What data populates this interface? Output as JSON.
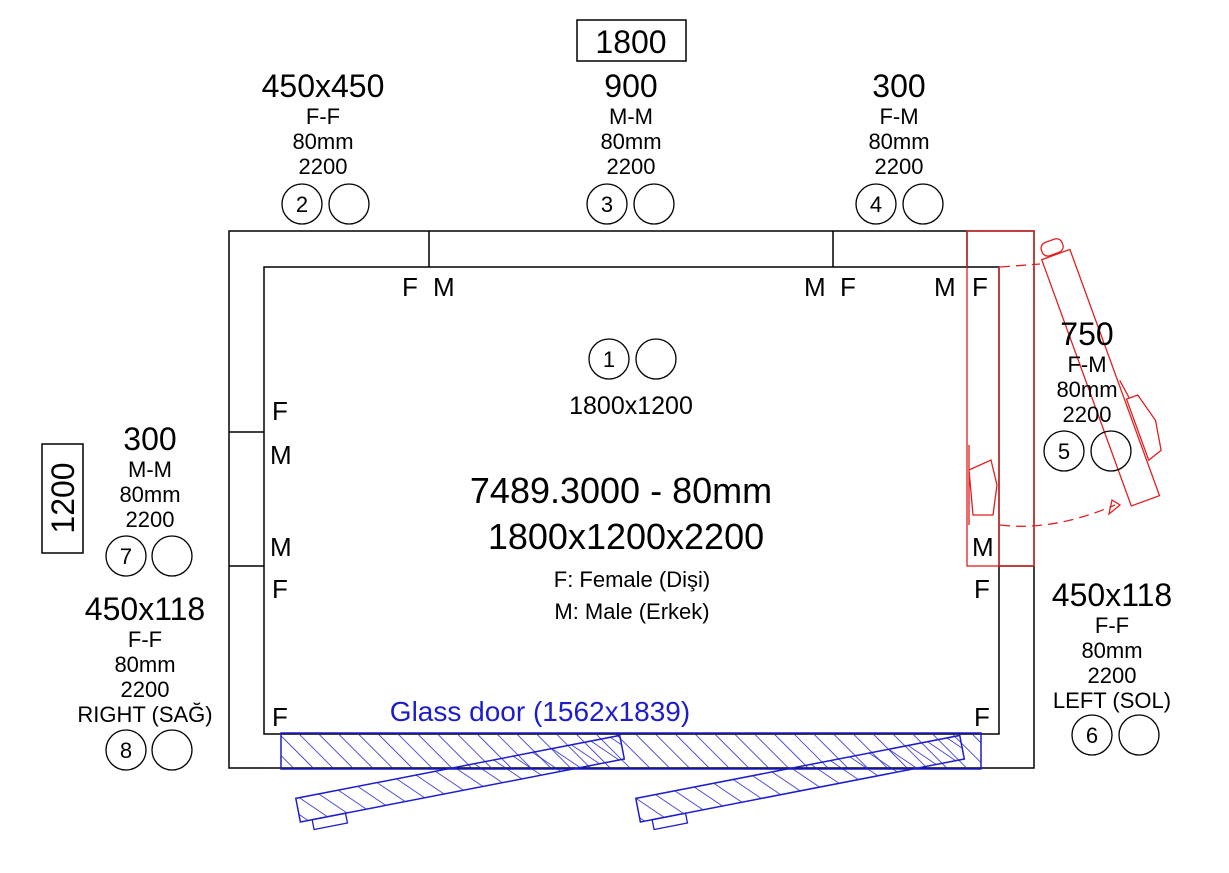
{
  "top_dimension": "1800",
  "side_dimension": "1200",
  "panels": [
    {
      "id": "2",
      "size": "450x450",
      "joint": "F-F",
      "thickness": "80mm",
      "height": "2200"
    },
    {
      "id": "3",
      "size": "900",
      "joint": "M-M",
      "thickness": "80mm",
      "height": "2200"
    },
    {
      "id": "4",
      "size": "300",
      "joint": "F-M",
      "thickness": "80mm",
      "height": "2200"
    },
    {
      "id": "5",
      "size": "750",
      "joint": "F-M",
      "thickness": "80mm",
      "height": "2200"
    },
    {
      "id": "6",
      "size": "450x118",
      "joint": "F-F",
      "thickness": "80mm",
      "height": "2200",
      "side": "LEFT (SOL)"
    },
    {
      "id": "7",
      "size": "300",
      "joint": "M-M",
      "thickness": "80mm",
      "height": "2200"
    },
    {
      "id": "8",
      "size": "450x118",
      "joint": "F-F",
      "thickness": "80mm",
      "height": "2200",
      "side": "RIGHT (SAĞ)"
    }
  ],
  "ceiling": {
    "id": "1",
    "size": "1800x1200"
  },
  "center": {
    "line1": "7489.3000 - 80mm",
    "line2": "1800x1200x2200",
    "legend_f": "F: Female (Dişi)",
    "legend_m": "M: Male (Erkek)"
  },
  "joint_letters": {
    "f": "F",
    "m": "M"
  },
  "glass_door": "Glass door (1562x1839)",
  "colors": {
    "line": "#000000",
    "door_red": "#e02020",
    "glass_blue": "#1d1dcc"
  }
}
